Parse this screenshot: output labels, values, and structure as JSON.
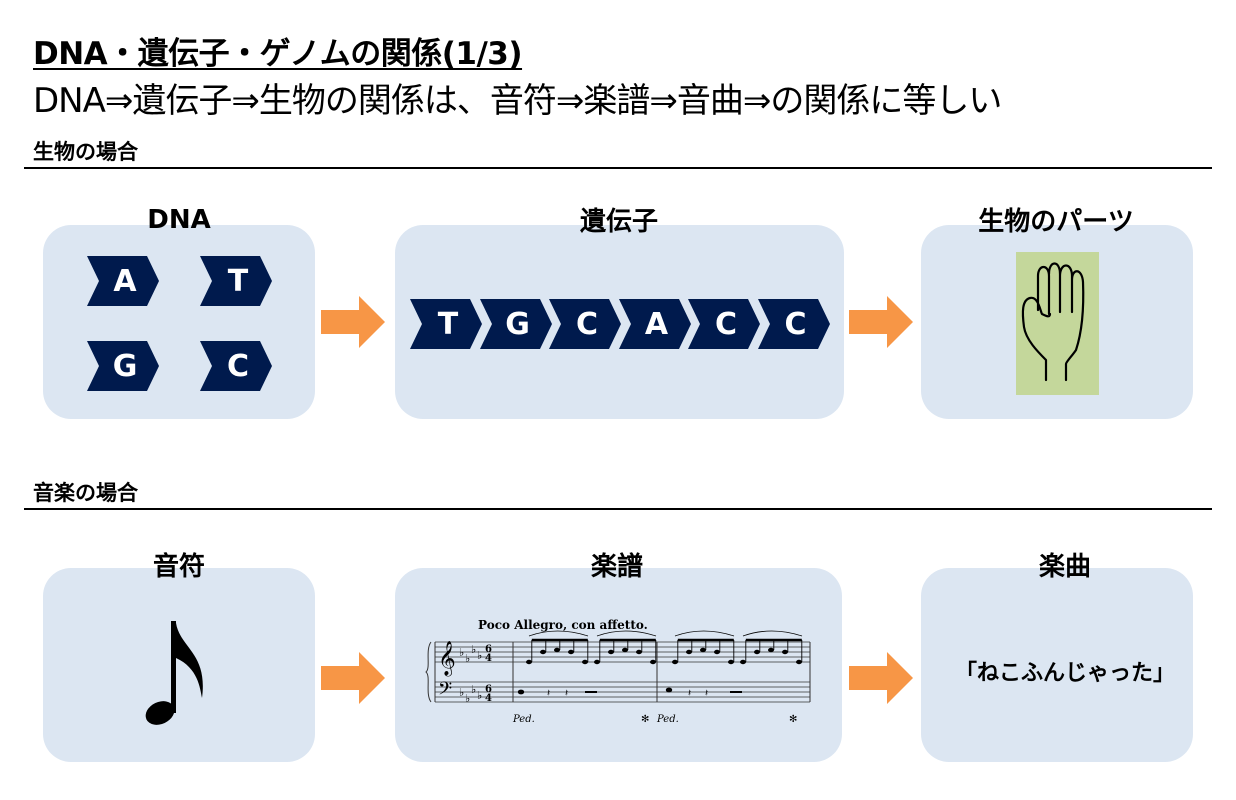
{
  "header": {
    "title": "DNA・遺伝子・ゲノムの関係(1/3)",
    "subtitle": "DNA⇒遺伝子⇒生物の関係は、音符⇒楽譜⇒音曲⇒の関係に等しい"
  },
  "biology_section": {
    "label": "生物の場合",
    "panels": [
      {
        "title": "DNA",
        "bases": [
          "A",
          "T",
          "G",
          "C"
        ]
      },
      {
        "title": "遺伝子",
        "sequence": [
          "T",
          "G",
          "C",
          "A",
          "C",
          "C"
        ]
      },
      {
        "title": "生物のパーツ",
        "icon": "hand-icon"
      }
    ]
  },
  "music_section": {
    "label": "音楽の場合",
    "panels": [
      {
        "title": "音符",
        "icon": "eighth-note-icon"
      },
      {
        "title": "楽譜",
        "score_tempo": "Poco Allegro, con affetto.",
        "icon": "sheet-music"
      },
      {
        "title": "楽曲",
        "song_name": "「ねこふんじゃった」"
      }
    ]
  },
  "colors": {
    "panel_bg": "#dce6f2",
    "base_chevron": "#001a4d",
    "arrow": "#f79646",
    "hand_bg": "#c4d79b"
  }
}
